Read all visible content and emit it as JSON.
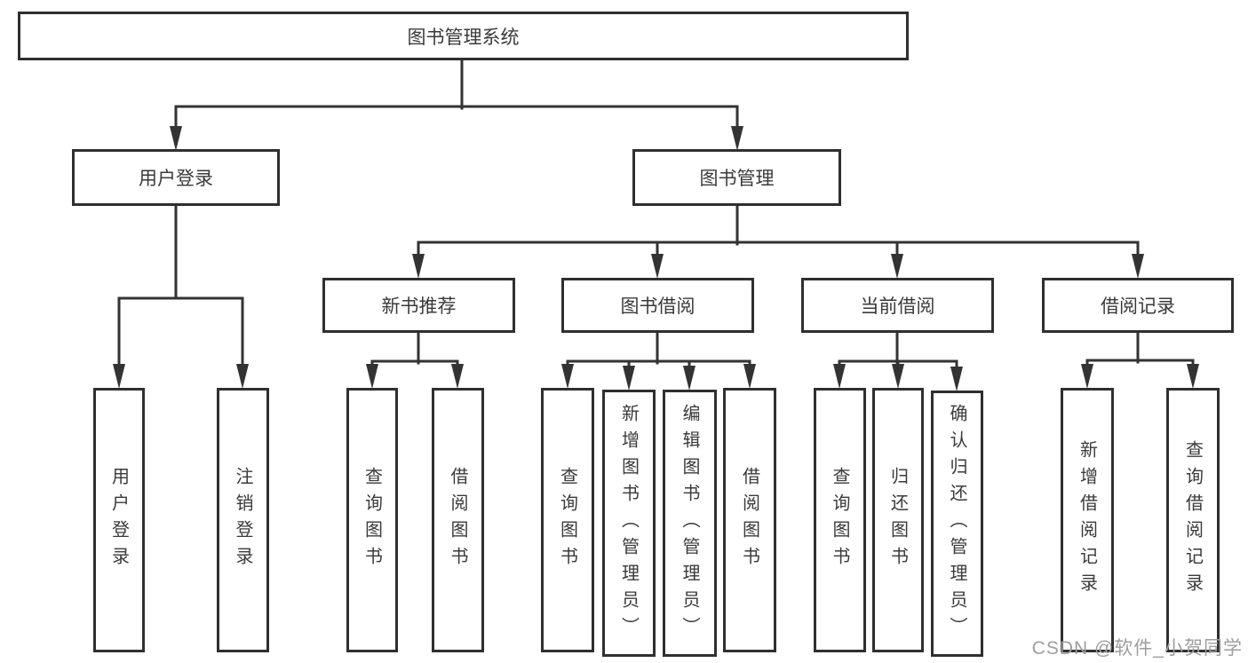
{
  "diagram": {
    "watermark": "CSDN @软件_小贺同学",
    "colors": {
      "line": "#333333",
      "box_border": "#2f2f2f",
      "text": "#3a3a3a",
      "watermark": "#9e9e9e",
      "background": "#ffffff"
    },
    "root": {
      "label": "图书管理系统",
      "children": [
        {
          "label": "用户登录",
          "children": [
            {
              "label": "用户登录"
            },
            {
              "label": "注销登录"
            }
          ]
        },
        {
          "label": "图书管理",
          "children": [
            {
              "label": "新书推荐",
              "children": [
                {
                  "label": "查询图书"
                },
                {
                  "label": "借阅图书"
                }
              ]
            },
            {
              "label": "图书借阅",
              "children": [
                {
                  "label": "查询图书"
                },
                {
                  "label": "新增图书（管理员）"
                },
                {
                  "label": "编辑图书（管理员）"
                },
                {
                  "label": "借阅图书"
                }
              ]
            },
            {
              "label": "当前借阅",
              "children": [
                {
                  "label": "查询图书"
                },
                {
                  "label": "归还图书"
                },
                {
                  "label": "确认归还（管理员）"
                }
              ]
            },
            {
              "label": "借阅记录",
              "children": [
                {
                  "label": "新增借阅记录"
                },
                {
                  "label": "查询借阅记录"
                }
              ]
            }
          ]
        }
      ]
    }
  }
}
